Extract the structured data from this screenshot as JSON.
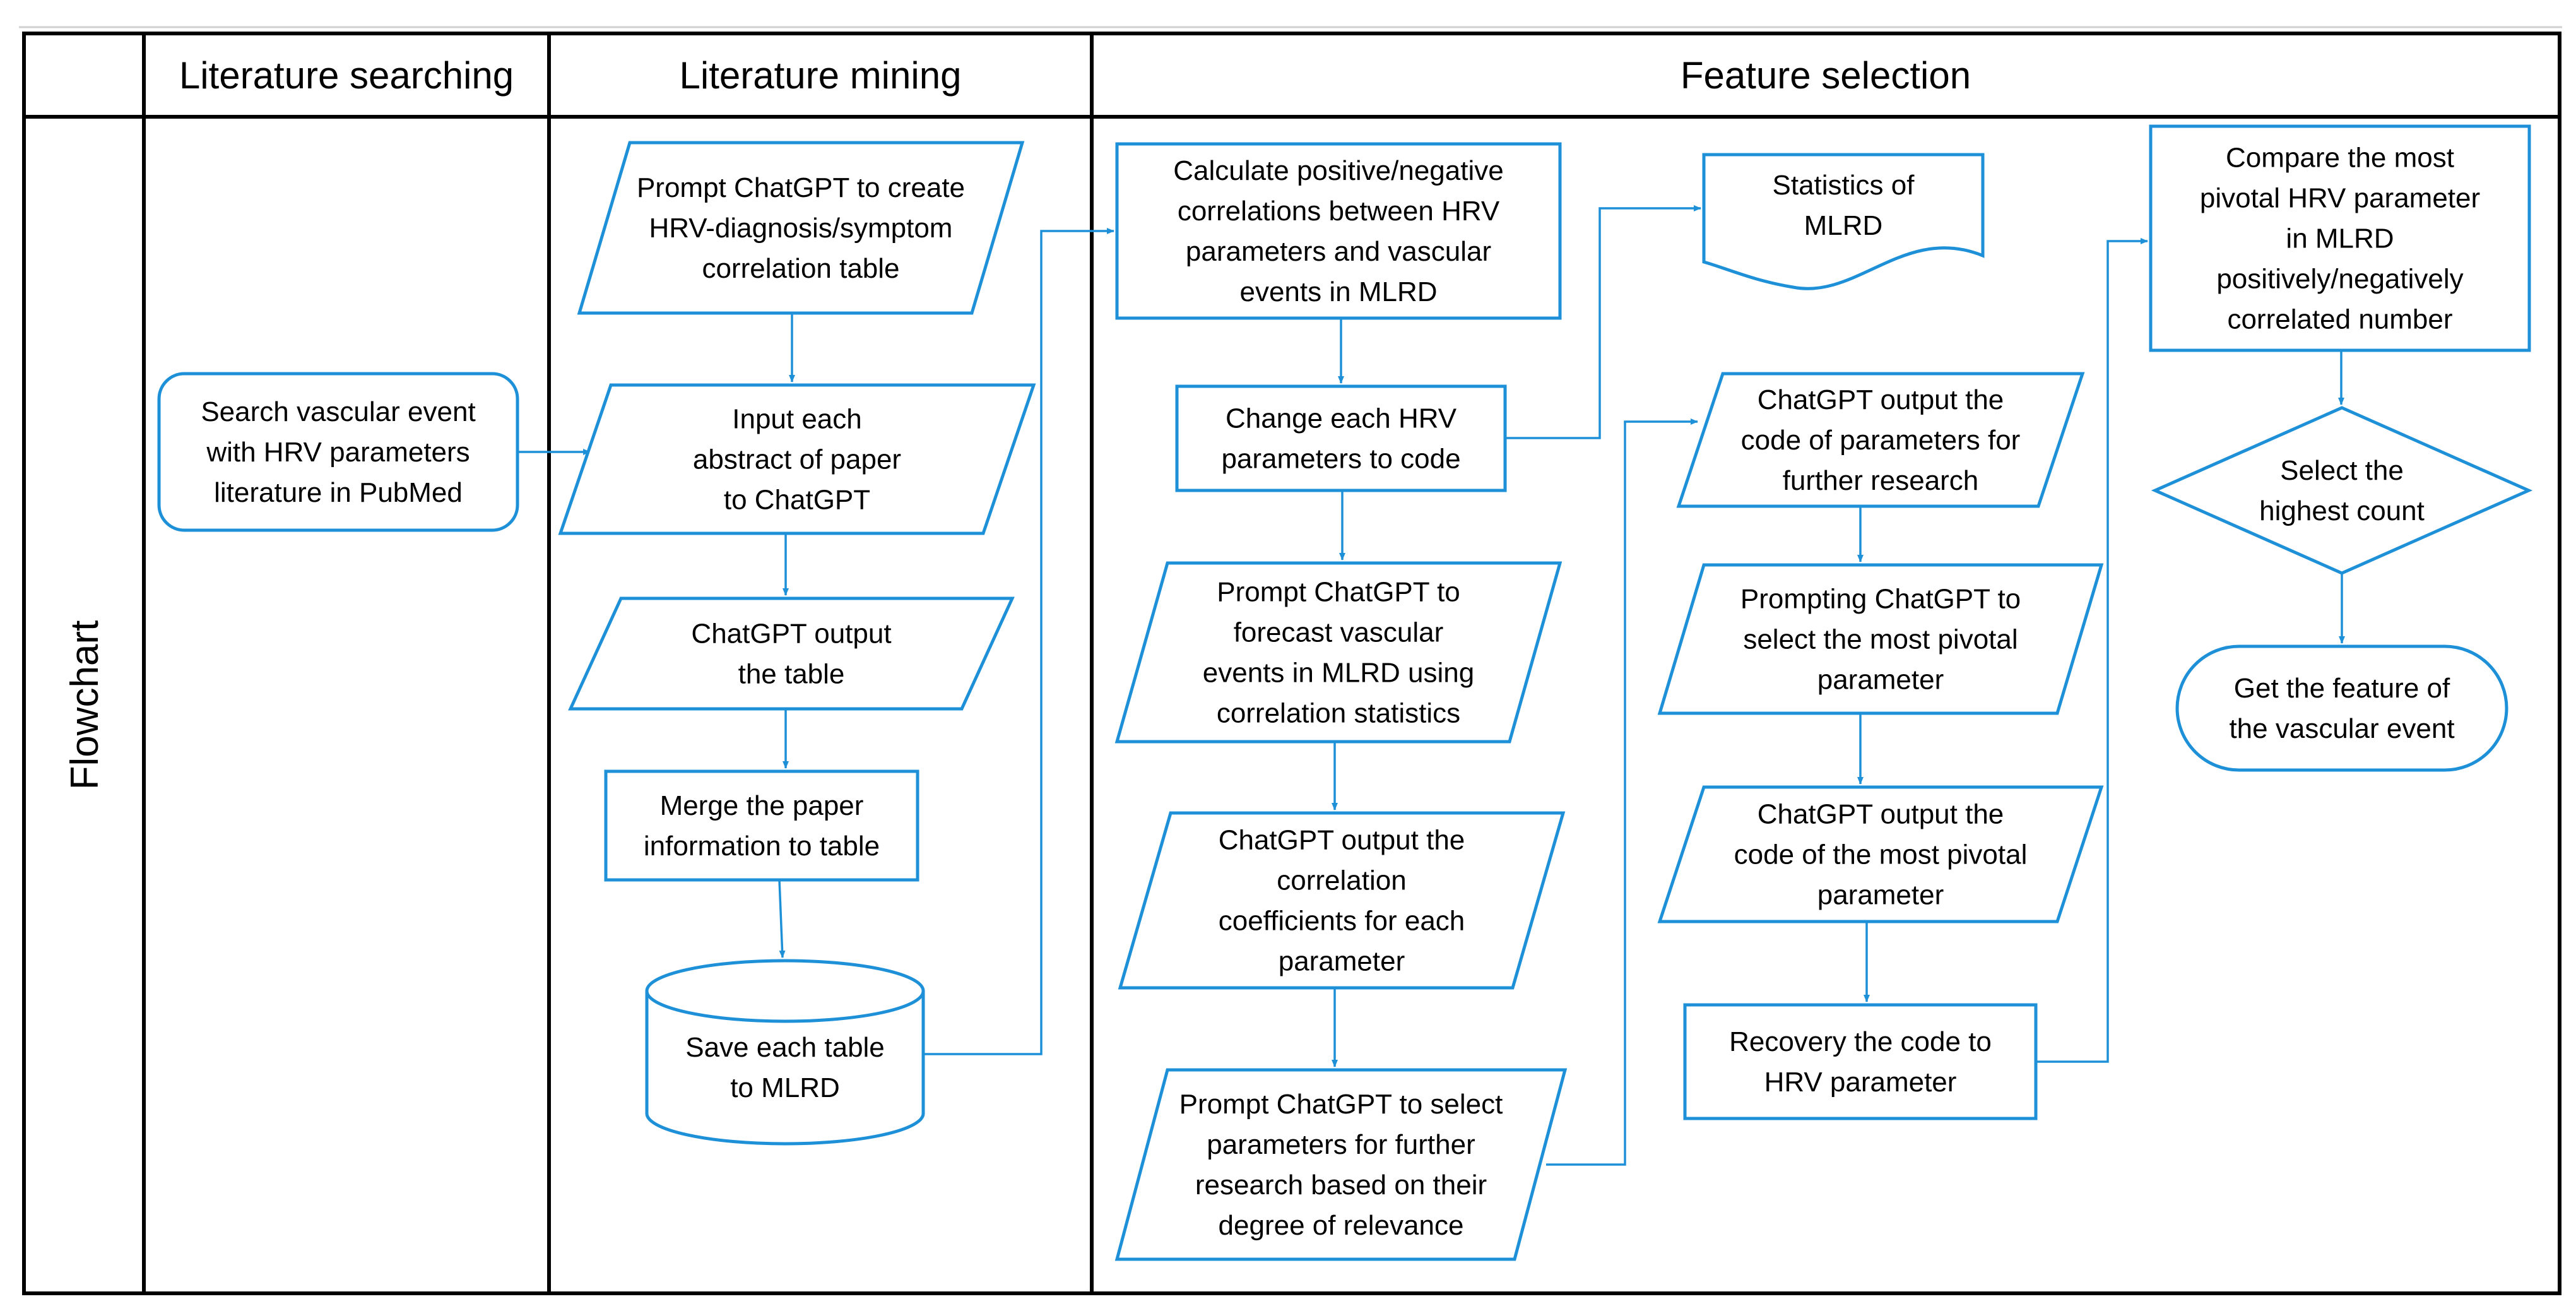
{
  "colors": {
    "accent": "#1E90D8",
    "grid": "#000000",
    "text": "#000000",
    "background": "#FFFFFF"
  },
  "row_label": "Flowchart",
  "columns": {
    "literature_searching": "Literature searching",
    "literature_mining": "Literature mining",
    "feature_selection": "Feature selection"
  },
  "nodes": {
    "search": {
      "shape": "rounded-rectangle",
      "lines": [
        "Search vascular event",
        "with HRV parameters",
        "literature in PubMed"
      ]
    },
    "prompt_table": {
      "shape": "parallelogram",
      "lines": [
        "Prompt ChatGPT to create",
        "HRV-diagnosis/symptom",
        "correlation table"
      ]
    },
    "input_abstract": {
      "shape": "parallelogram",
      "lines": [
        "Input each",
        "abstract of paper",
        "to ChatGPT"
      ]
    },
    "output_table": {
      "shape": "parallelogram",
      "lines": [
        "ChatGPT output",
        "the table"
      ]
    },
    "merge_info": {
      "shape": "rectangle",
      "lines": [
        "Merge the paper",
        "information to table"
      ]
    },
    "save_mlrd": {
      "shape": "cylinder",
      "lines": [
        "Save each table",
        "to MLRD"
      ]
    },
    "calc_corr": {
      "shape": "rectangle",
      "lines": [
        "Calculate positive/negative",
        "correlations between HRV",
        "parameters and vascular",
        "events in MLRD"
      ]
    },
    "stats_mlrd": {
      "shape": "document",
      "lines": [
        "Statistics of",
        "MLRD"
      ]
    },
    "change_code": {
      "shape": "rectangle",
      "lines": [
        "Change each HRV",
        "parameters to code"
      ]
    },
    "prompt_forecast": {
      "shape": "parallelogram",
      "lines": [
        "Prompt ChatGPT to",
        "forecast vascular",
        "events in MLRD using",
        "correlation statistics"
      ]
    },
    "output_coeff": {
      "shape": "parallelogram",
      "lines": [
        "ChatGPT output the",
        "correlation",
        "coefficients for each",
        "parameter"
      ]
    },
    "prompt_select": {
      "shape": "parallelogram",
      "lines": [
        "Prompt ChatGPT to select",
        "parameters for further",
        "research based on their",
        "degree of relevance"
      ]
    },
    "output_code_params": {
      "shape": "parallelogram",
      "lines": [
        "ChatGPT output the",
        "code of parameters for",
        "further research"
      ]
    },
    "prompt_pivotal": {
      "shape": "parallelogram",
      "lines": [
        "Prompting ChatGPT to",
        "select the most pivotal",
        "parameter"
      ]
    },
    "output_pivotal_code": {
      "shape": "parallelogram",
      "lines": [
        "ChatGPT output the",
        "code of the most pivotal",
        "parameter"
      ]
    },
    "recovery": {
      "shape": "rectangle",
      "lines": [
        "Recovery the  code to",
        "HRV parameter"
      ]
    },
    "compare": {
      "shape": "rectangle",
      "lines": [
        "Compare the most",
        "pivotal HRV parameter",
        "in MLRD",
        "positively/negatively",
        "correlated number"
      ]
    },
    "select_highest": {
      "shape": "diamond",
      "lines": [
        "Select the",
        "highest count"
      ]
    },
    "get_feature": {
      "shape": "terminator",
      "lines": [
        "Get the feature of",
        "the vascular event"
      ]
    }
  },
  "edges": [
    [
      "search",
      "input_abstract"
    ],
    [
      "prompt_table",
      "input_abstract"
    ],
    [
      "input_abstract",
      "output_table"
    ],
    [
      "output_table",
      "merge_info"
    ],
    [
      "merge_info",
      "save_mlrd"
    ],
    [
      "save_mlrd",
      "calc_corr"
    ],
    [
      "calc_corr",
      "change_code"
    ],
    [
      "change_code",
      "stats_mlrd"
    ],
    [
      "change_code",
      "prompt_forecast"
    ],
    [
      "prompt_forecast",
      "output_coeff"
    ],
    [
      "output_coeff",
      "prompt_select"
    ],
    [
      "prompt_select",
      "output_code_params"
    ],
    [
      "output_code_params",
      "prompt_pivotal"
    ],
    [
      "prompt_pivotal",
      "output_pivotal_code"
    ],
    [
      "output_pivotal_code",
      "recovery"
    ],
    [
      "recovery",
      "compare"
    ],
    [
      "compare",
      "select_highest"
    ],
    [
      "select_highest",
      "get_feature"
    ]
  ]
}
